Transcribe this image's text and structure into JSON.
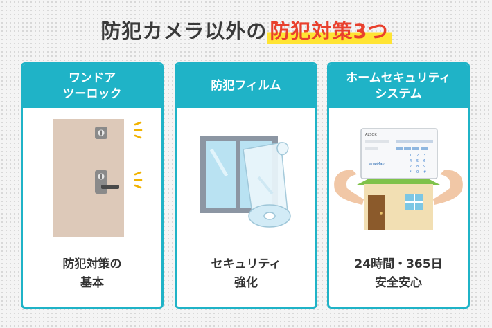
{
  "title": {
    "part1": "防犯カメラ以外の",
    "part2": "防犯対策3つ"
  },
  "cards": [
    {
      "heading": "ワンドア\nツーロック",
      "caption": "防犯対策の\n基本",
      "illustration": "door-with-two-locks"
    },
    {
      "heading": "防犯フィルム",
      "caption": "セキュリティ\n強化",
      "illustration": "window-with-film-roll"
    },
    {
      "heading": "ホームセキュリティ\nシステム",
      "caption": "24時間・365日\n安全安心",
      "illustration": "house-with-security-panel",
      "panel": {
        "brand": "ALSOK",
        "logo": "ampMan"
      }
    }
  ],
  "colors": {
    "accent_teal": "#1fb3c7",
    "title_red": "#e9402d",
    "highlight_yellow": "#ffe433",
    "door": "#ddc9b9"
  }
}
